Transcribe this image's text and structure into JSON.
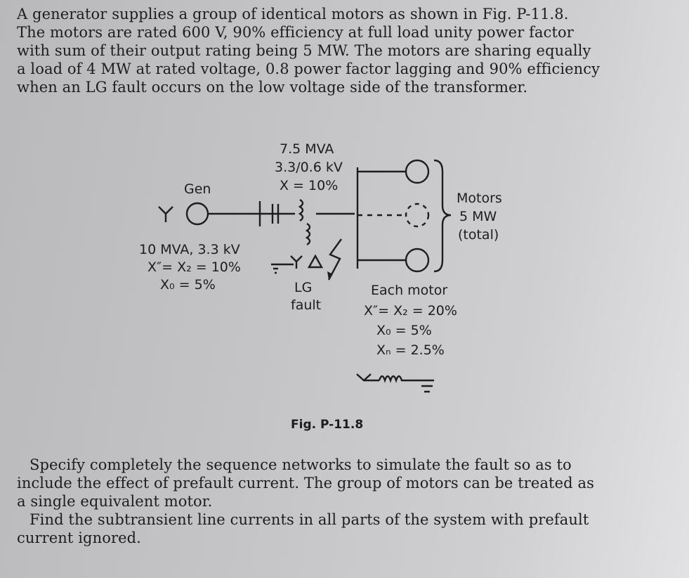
{
  "intro_lines": [
    "A generator supplies a group of identical motors as shown in Fig. P-11.8.",
    "The motors are rated 600 V, 90% efficiency at full load unity power factor",
    "with sum of their output rating being 5 MW. The motors are sharing equally",
    "a load of 4 MW at rated voltage, 0.8 power factor lagging and 90% efficiency",
    "when an LG fault occurs on the low voltage side of the transformer."
  ],
  "figure": {
    "transformer": [
      "7.5 MVA",
      "3.3/0.6 kV",
      "X = 10%"
    ],
    "gen_label": "Gen",
    "gen_rating": [
      "10 MVA, 3.3 kV",
      "X″= X₂ = 10%",
      "X₀ = 5%"
    ],
    "fault": [
      "LG",
      "fault"
    ],
    "motors": [
      "Motors",
      "5 MW",
      "(total)"
    ],
    "each_motor": [
      "Each motor",
      "X″= X₂ = 20%",
      "X₀ = 5%",
      "Xₙ = 2.5%"
    ],
    "caption": "Fig. P-11.8"
  },
  "outro_lines": [
    "Specify completely the sequence networks to simulate the fault so as to",
    "include the effect of prefault current. The group of motors can be treated as",
    "a single equivalent motor.",
    "Find the subtransient line currents in all parts of the system with prefault",
    "current ignored."
  ]
}
